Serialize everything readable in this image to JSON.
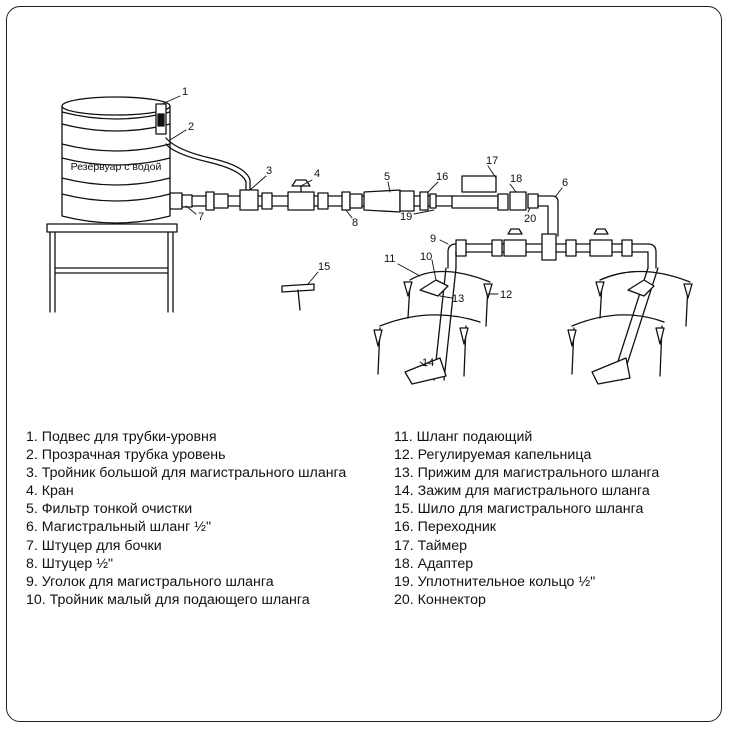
{
  "diagram": {
    "tank_label": "Резервуар с водой",
    "callouts": [
      "1",
      "2",
      "3",
      "4",
      "5",
      "6",
      "7",
      "8",
      "9",
      "10",
      "11",
      "12",
      "13",
      "14",
      "15",
      "16",
      "17",
      "18",
      "19",
      "20"
    ]
  },
  "legend": {
    "left": [
      "1. Подвес для трубки-уровня",
      "2. Прозрачная трубка уровень",
      "3. Тройник большой для магистрального шланга",
      "4. Кран",
      "5. Фильтр тонкой очистки",
      "6. Магистральный шланг ½\"",
      "7. Штуцер для бочки",
      "8. Штуцер ½\"",
      "9. Уголок для магистрального шланга",
      "10. Тройник малый для подающего шланга"
    ],
    "right": [
      "11. Шланг подающий",
      "12. Регулируемая капельница",
      "13. Прижим для магистрального шланга",
      "14. Зажим для магистрального шланга",
      "15. Шило для магистрального шланга",
      "16. Переходник",
      "17. Таймер",
      "18. Адаптер",
      "19. Уплотнительное кольцо ½\"",
      "20. Коннектор"
    ]
  }
}
